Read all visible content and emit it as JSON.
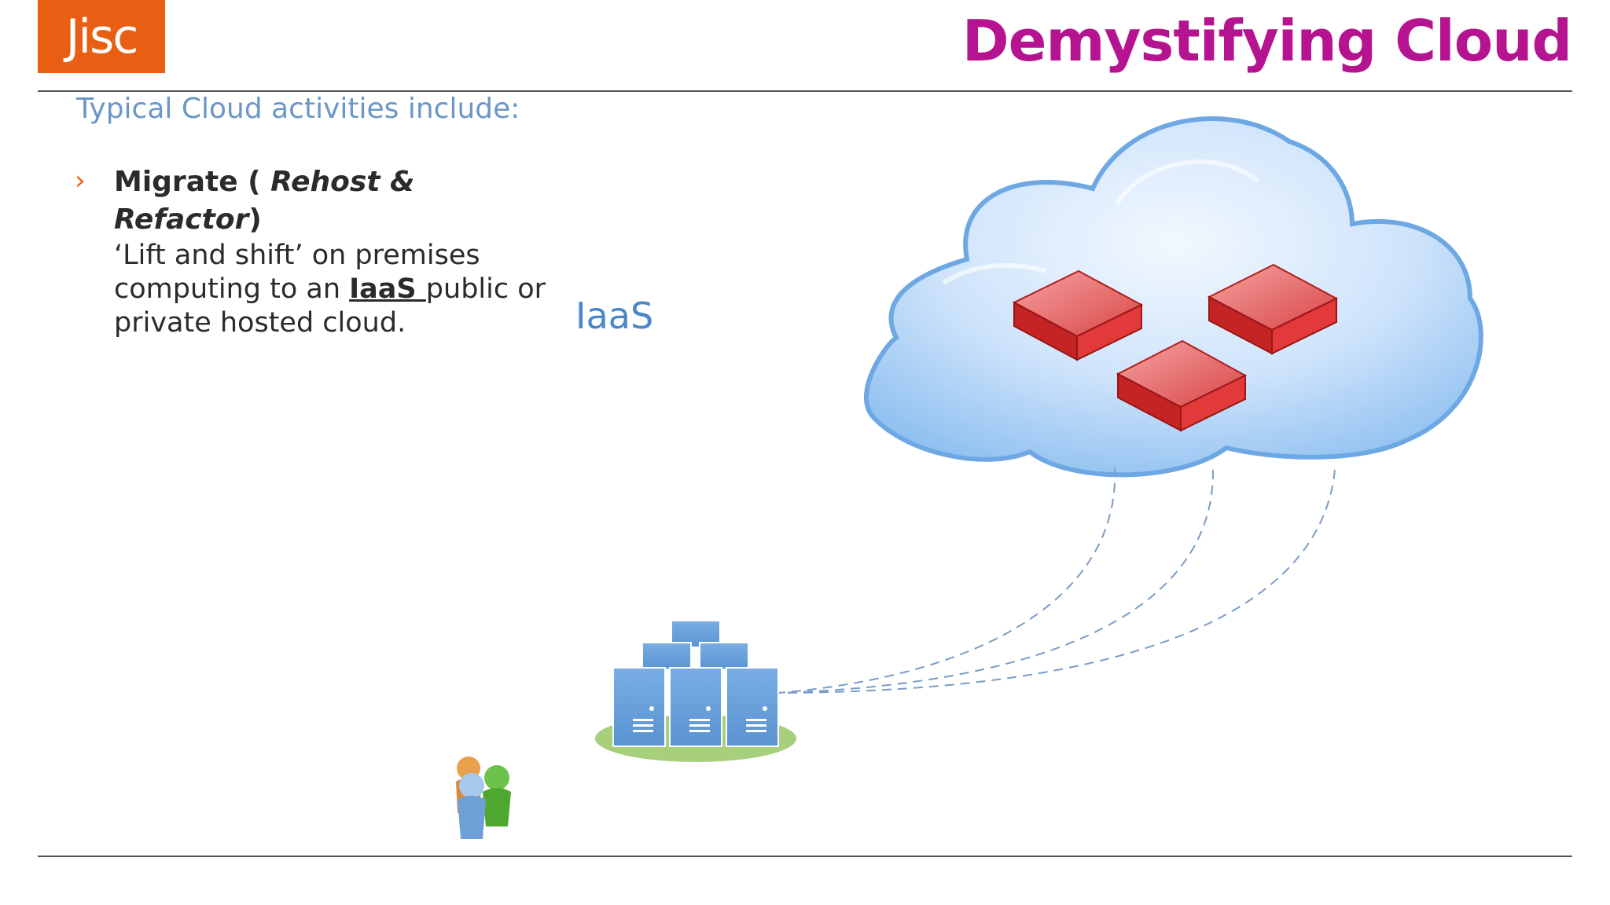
{
  "brand": {
    "logo_text": "Jisc",
    "logo_color": "#e85e13"
  },
  "slide": {
    "title": "Demystifying Cloud",
    "title_color": "#b5138f",
    "subtitle": "Typical Cloud activities include:",
    "bullet": {
      "marker": "›",
      "head": "Migrate (",
      "head_italic": "Rehost & Refactor",
      "head_close": ")",
      "line1": "‘Lift and shift’ on premises",
      "line2_pre": "computing to an ",
      "line2_bold": "IaaS ",
      "line2_post": "public or",
      "line3": "private hosted cloud."
    },
    "diagram_label": "IaaS"
  },
  "icons": [
    "cloud-icon",
    "server-icon",
    "datacenter-icon",
    "users-icon"
  ]
}
